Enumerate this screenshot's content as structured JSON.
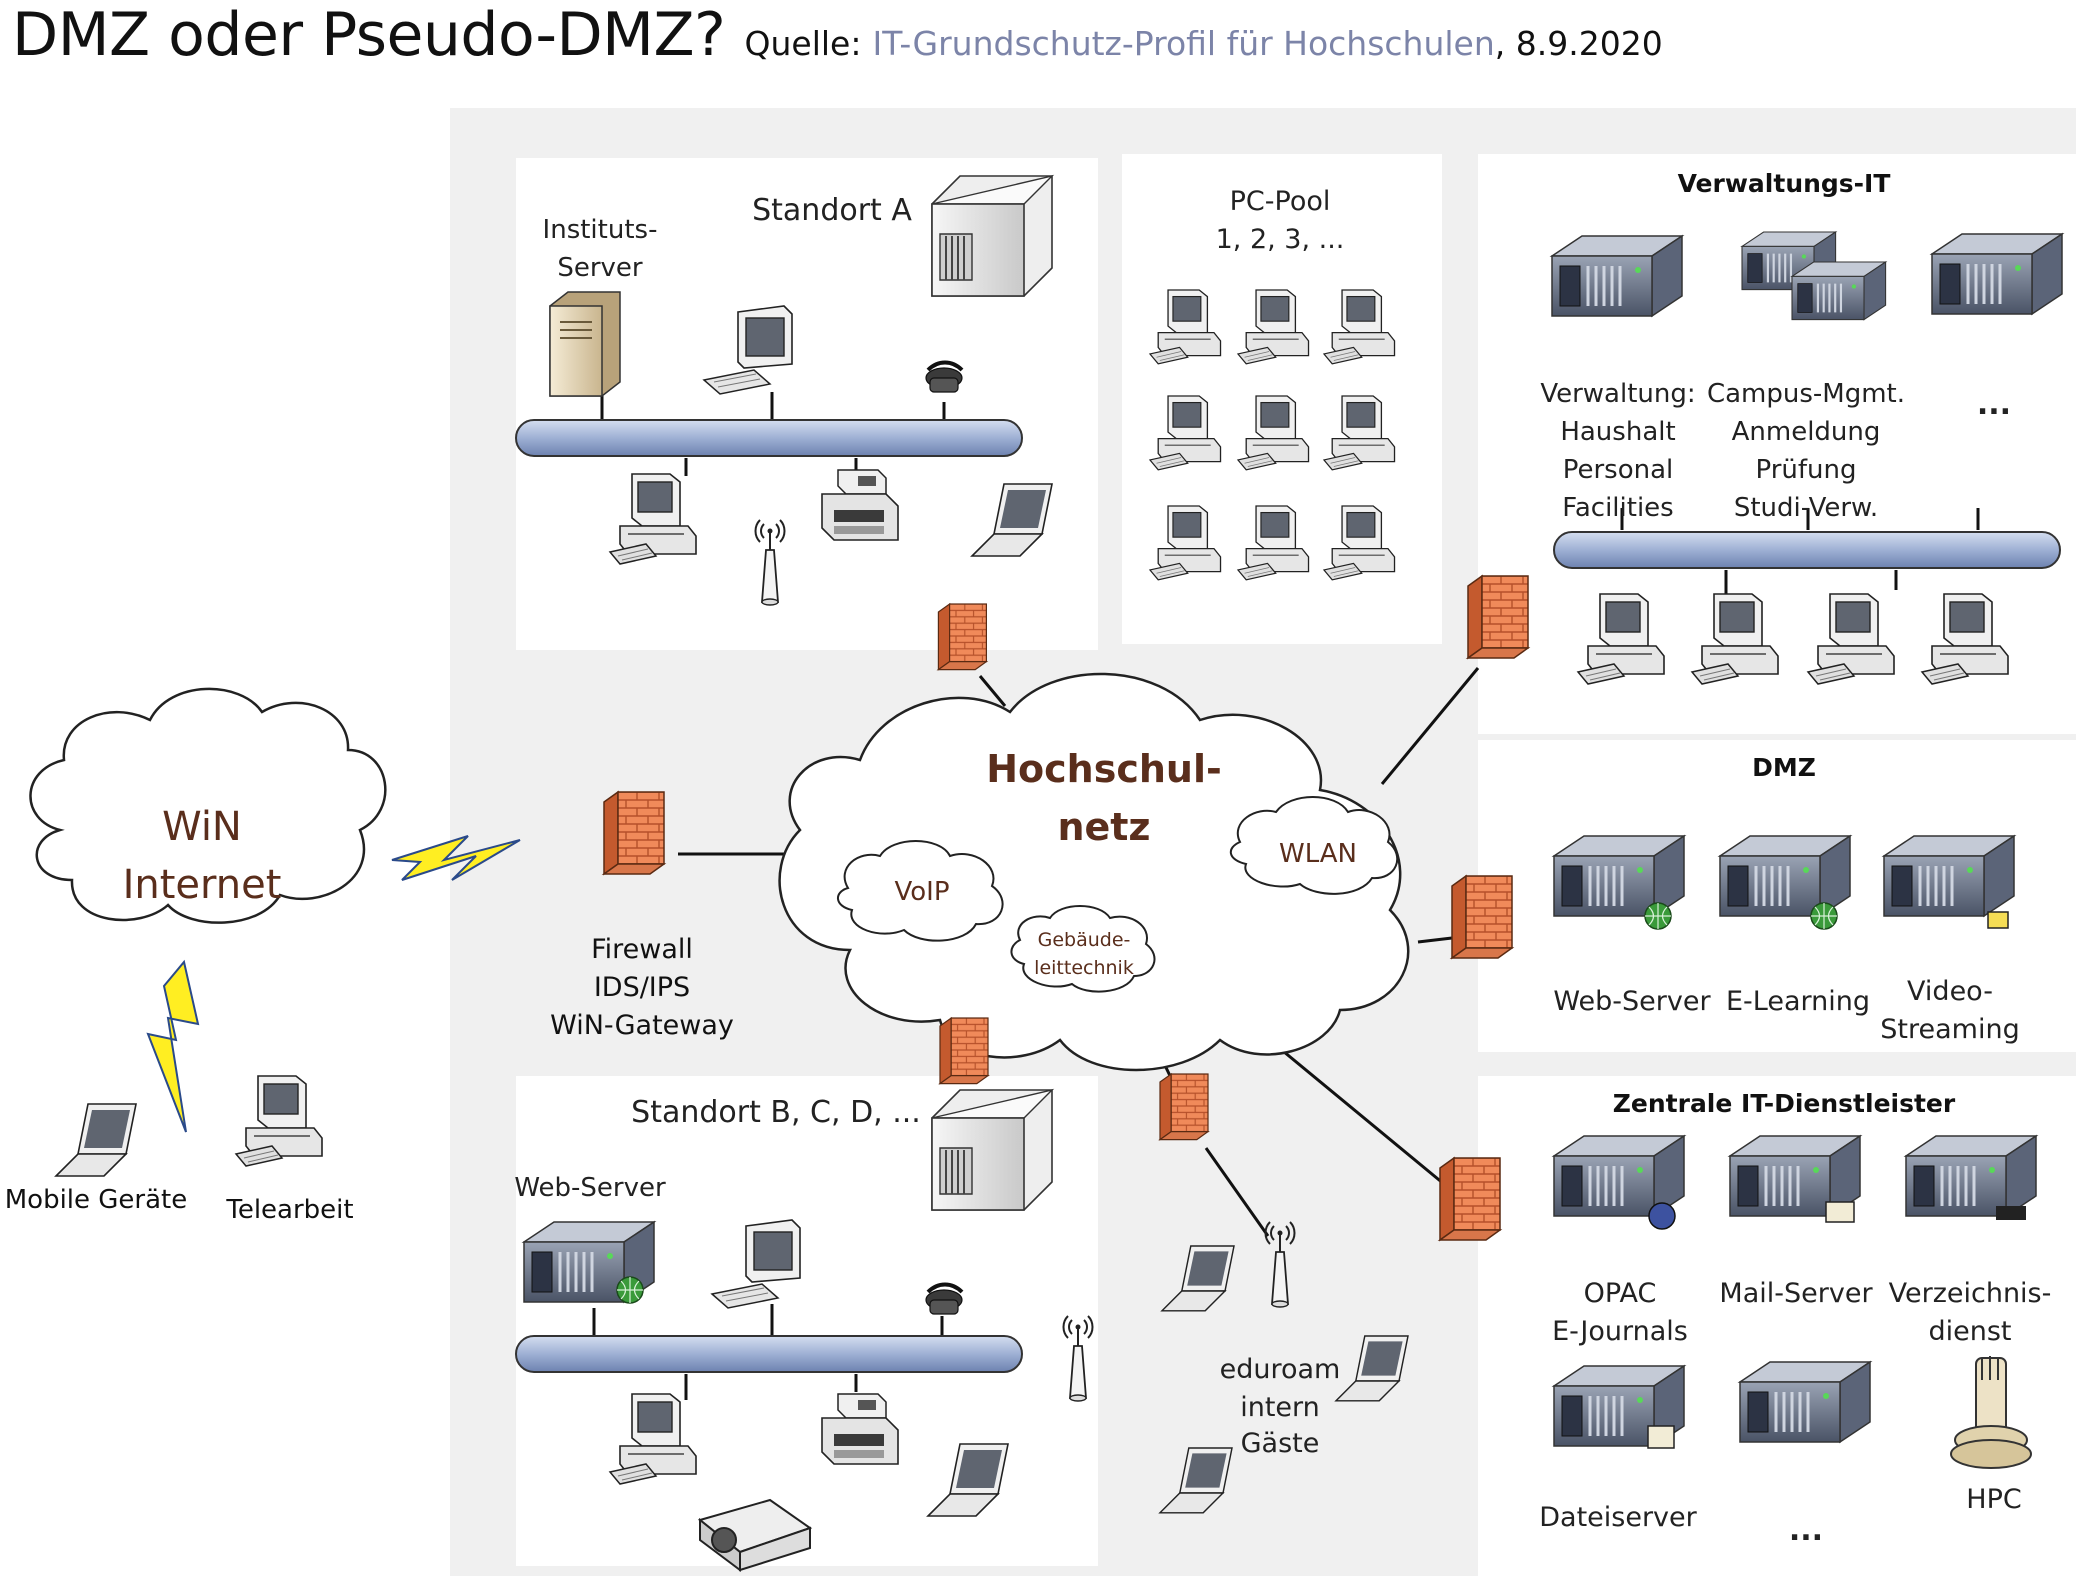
{
  "title": {
    "main": "DMZ oder Pseudo-DMZ?",
    "source_prefix": "Quelle:",
    "source_link": "IT-Grundschutz-Profil für Hochschulen",
    "source_date": ", 8.9.2020"
  },
  "colors": {
    "backdrop": "#f0f0f0",
    "panel": "#ffffff",
    "bus": "#a8b8d8",
    "firewall": "#f08a5a",
    "bolt": "#ffee22",
    "link": "#7c84a8"
  },
  "internet": {
    "line1": "WiN",
    "line2": "Internet"
  },
  "remote": {
    "mobile": "Mobile Geräte",
    "telework": "Telearbeit"
  },
  "gateway": {
    "line1": "Firewall",
    "line2": "IDS/IPS",
    "line3": "WiN-Gateway"
  },
  "core": {
    "line1": "Hochschul-",
    "line2": "netz",
    "voip": "VoIP",
    "wlan": "WLAN",
    "building1": "Gebäude-",
    "building2": "leittechnik"
  },
  "site_a": {
    "title": "Standort A",
    "server1": "Instituts-",
    "server2": "Server"
  },
  "pc_pool": {
    "line1": "PC-Pool",
    "line2": "1, 2, 3, ..."
  },
  "admin_it": {
    "title": "Verwaltungs-IT",
    "col1": [
      "Verwaltung:",
      "Haushalt",
      "Personal",
      "Facilities"
    ],
    "col2": [
      "Campus-Mgmt.",
      "Anmeldung",
      "Prüfung",
      "Studi-Verw."
    ],
    "more": "..."
  },
  "dmz": {
    "title": "DMZ",
    "web": "Web-Server",
    "elearning": "E-Learning",
    "video1": "Video-",
    "video2": "Streaming"
  },
  "central": {
    "title": "Zentrale IT-Dienstleister",
    "opac1": "OPAC",
    "opac2": "E-Journals",
    "mail": "Mail-Server",
    "dir1": "Verzeichnis-",
    "dir2": "dienst",
    "files": "Dateiserver",
    "more": "...",
    "hpc": "HPC"
  },
  "site_b": {
    "title": "Standort B, C, D, ...",
    "web": "Web-Server"
  },
  "wifi": {
    "line1": "eduroam",
    "line2": "intern",
    "line3": "Gäste"
  },
  "icons": [
    "server-icon",
    "tower-server-icon",
    "building-icon",
    "pc-icon",
    "monitor-icon",
    "laptop-icon",
    "phone-icon",
    "printer-icon",
    "access-point-icon",
    "firewall-icon",
    "cloud-icon",
    "lightning-icon",
    "projector-icon",
    "globe-icon",
    "hpc-icon"
  ]
}
